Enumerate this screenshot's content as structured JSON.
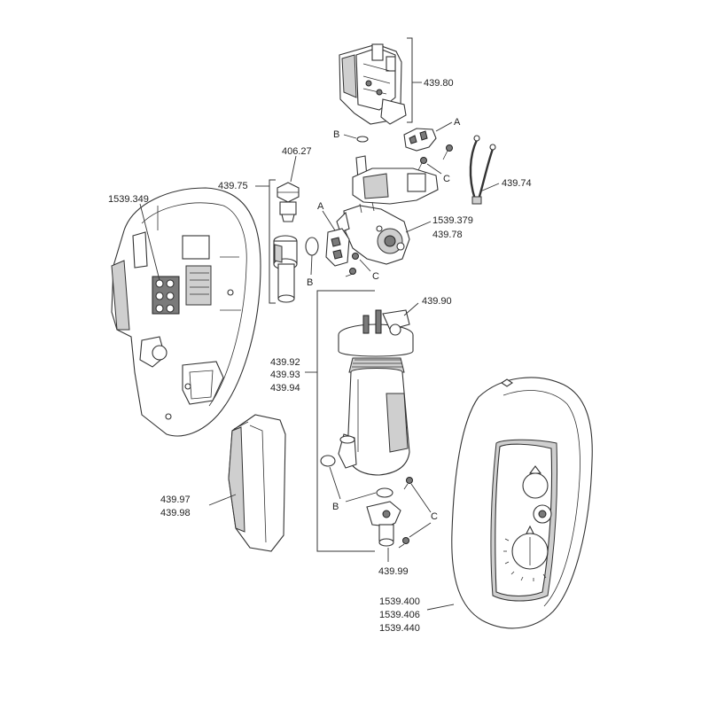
{
  "labels": {
    "p439_80": "439.80",
    "a_top": "A",
    "b_top": "B",
    "c_top": "C",
    "p406_27": "406.27",
    "p439_74": "439.74",
    "p1539_349": "1539.349",
    "p439_75": "439.75",
    "a_mid": "A",
    "b_mid": "B",
    "c_mid": "C",
    "p1539_379": "1539.379",
    "p439_78": "439.78",
    "p439_90": "439.90",
    "p439_92": "439.92",
    "p439_93": "439.93",
    "p439_94": "439.94",
    "p439_97": "439.97",
    "p439_98": "439.98",
    "b_low": "B",
    "c_low": "C",
    "p439_99": "439.99",
    "p1539_400": "1539.400",
    "p1539_406": "1539.406",
    "p1539_440": "1539.440"
  }
}
